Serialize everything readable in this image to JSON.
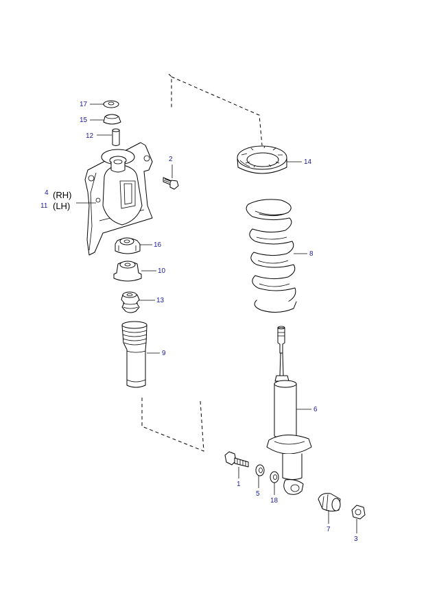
{
  "colors": {
    "line": "#000000",
    "callout": "#1a1aa0",
    "background": "#ffffff"
  },
  "callouts": {
    "c1": "1",
    "c2": "2",
    "c3": "3",
    "c4": "4",
    "c5": "5",
    "c6": "6",
    "c7": "7",
    "c8": "8",
    "c9": "9",
    "c10": "10",
    "c11": "11",
    "c12": "12",
    "c13": "13",
    "c14": "14",
    "c15": "15",
    "c16": "16",
    "c17": "17",
    "c18": "18"
  },
  "side_labels": {
    "rh": "(RH)",
    "lh": "(LH)"
  }
}
